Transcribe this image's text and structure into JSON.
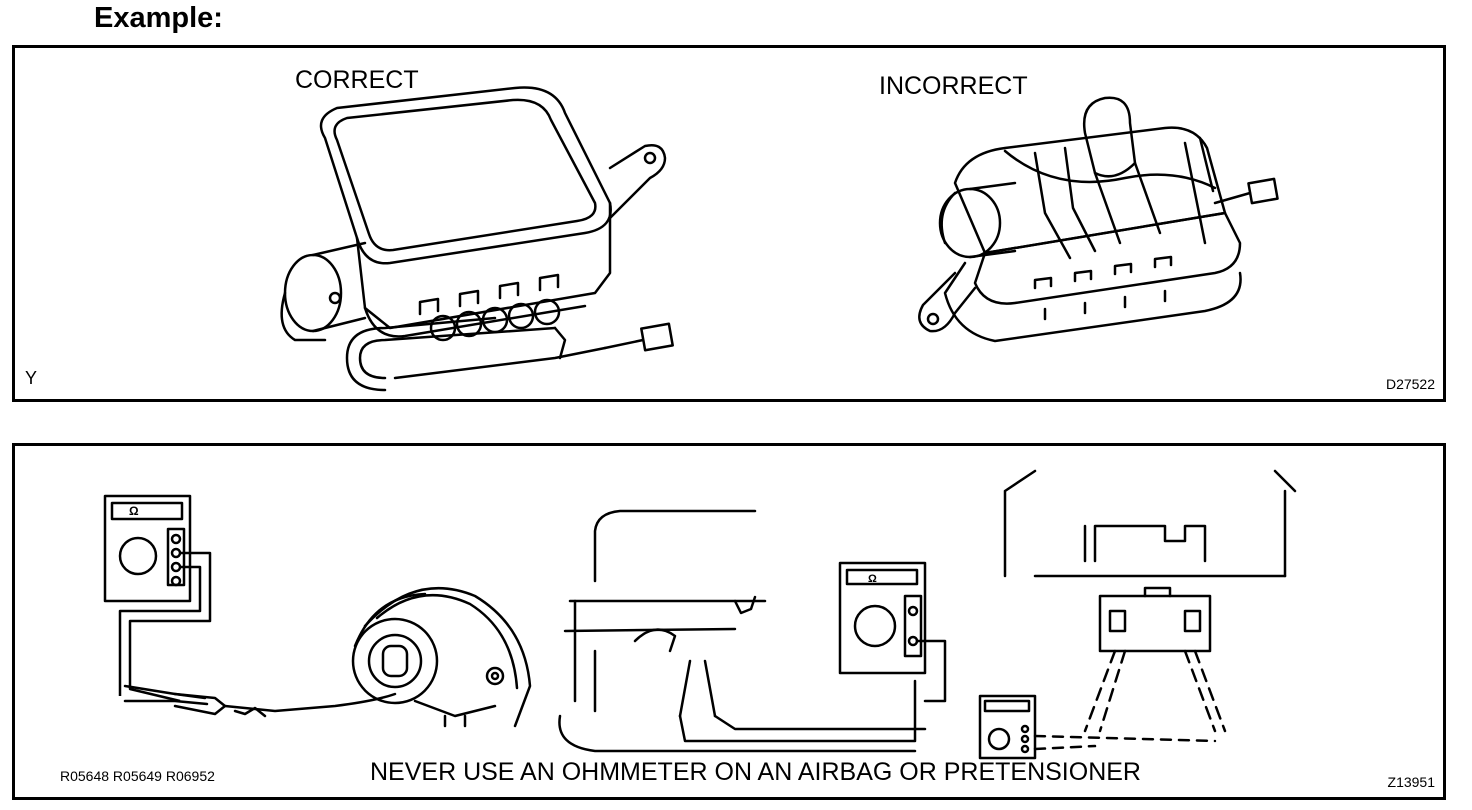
{
  "heading": "Example:",
  "top_panel": {
    "label_correct": "CORRECT",
    "label_incorrect": "INCORRECT",
    "corner_mark": "Y",
    "figure_code": "D27522"
  },
  "bottom_panel": {
    "meter_symbol": "Ω",
    "warning": "NEVER USE AN OHMMETER ON AN AIRBAG OR PRETENSIONER",
    "left_codes": "R05648 R05649 R06952",
    "figure_code": "Z13951"
  },
  "colors": {
    "ink": "#000000",
    "paper": "#ffffff"
  }
}
